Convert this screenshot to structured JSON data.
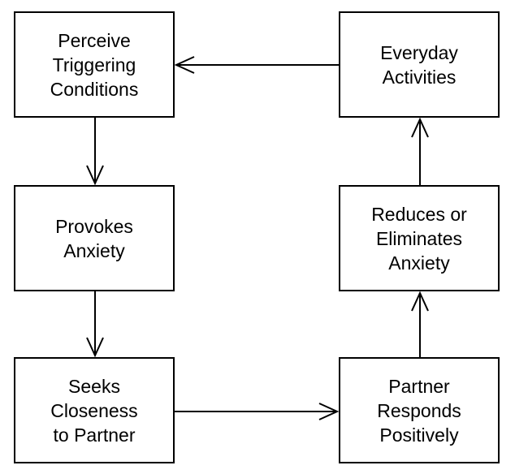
{
  "nodes": {
    "perceive": {
      "lines": [
        "Perceive",
        "Triggering",
        "Conditions"
      ]
    },
    "provokes": {
      "lines": [
        "Provokes",
        "Anxiety"
      ]
    },
    "seeks": {
      "lines": [
        "Seeks",
        "Closeness",
        "to Partner"
      ]
    },
    "partner": {
      "lines": [
        "Partner",
        "Responds",
        "Positively"
      ]
    },
    "reduces": {
      "lines": [
        "Reduces or",
        "Eliminates",
        "Anxiety"
      ]
    },
    "everyday": {
      "lines": [
        "Everyday",
        "Activities"
      ]
    }
  },
  "edges": [
    {
      "from": "perceive",
      "to": "provokes"
    },
    {
      "from": "provokes",
      "to": "seeks"
    },
    {
      "from": "seeks",
      "to": "partner"
    },
    {
      "from": "partner",
      "to": "reduces"
    },
    {
      "from": "reduces",
      "to": "everyday"
    },
    {
      "from": "everyday",
      "to": "perceive"
    }
  ],
  "colors": {
    "stroke": "#000000",
    "background": "#ffffff",
    "text": "#000000"
  }
}
